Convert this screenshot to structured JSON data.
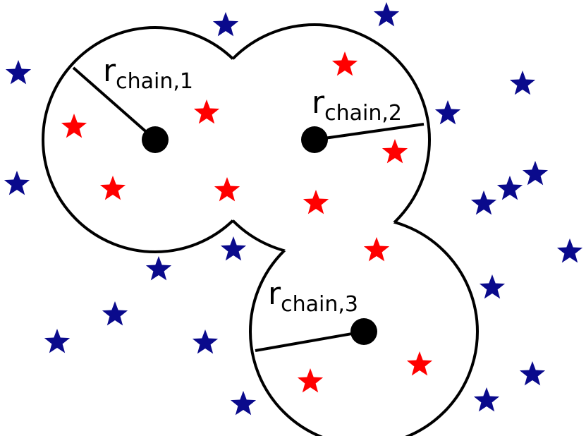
{
  "chains": [
    {
      "id": "1",
      "radius_symbol": "r",
      "radius_subscript": "chain,1"
    },
    {
      "id": "2",
      "radius_symbol": "r",
      "radius_subscript": "chain,2"
    },
    {
      "id": "3",
      "radius_symbol": "r",
      "radius_subscript": "chain,3"
    }
  ],
  "colors": {
    "outline": "#000000",
    "center": "#000000",
    "star_inside": "#ff0000",
    "star_outside": "#0a0a8c"
  }
}
